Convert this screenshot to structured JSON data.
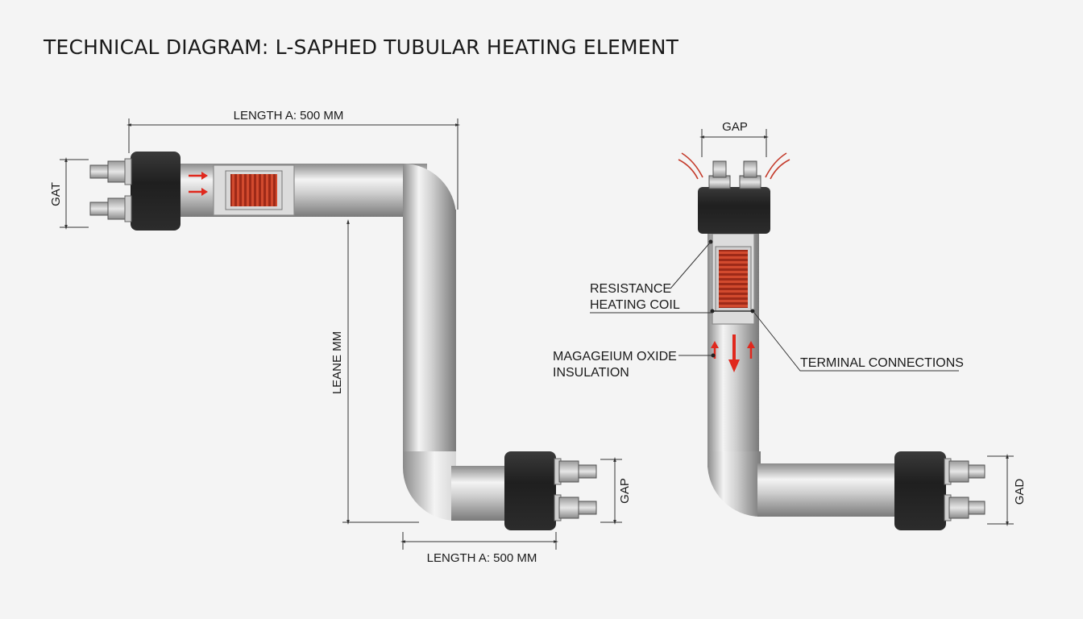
{
  "title": "TECHNICAL DIAGRAM: L-SAPHED TUBULAR HEATING ELEMENT",
  "left_view": {
    "dim_top_label": "LENGTH A: 500 MM",
    "dim_vertical_label": "LEANE MM",
    "dim_bottom_label": "LENGTH A: 500 MM",
    "gap_left_label": "GAT",
    "gap_right_label": "GAP"
  },
  "right_view": {
    "gap_top_label": "GAP",
    "gap_right_label": "GAD",
    "callouts": {
      "coil_line1": "RESISTANCE",
      "coil_line2": "HEATING COIL",
      "insulation_line1": "MAGAGEIUM OXIDE",
      "insulation_line2": "INSULATION",
      "terminals": "TERMINAL CONNECTIONS"
    }
  },
  "colors": {
    "tube_light": "#f2f2f2",
    "tube_mid": "#b9b9b9",
    "tube_dark": "#7d7d7d",
    "cap": "#262626",
    "coil": "#b8301f",
    "arrow": "#e0281d",
    "line": "#333333"
  }
}
